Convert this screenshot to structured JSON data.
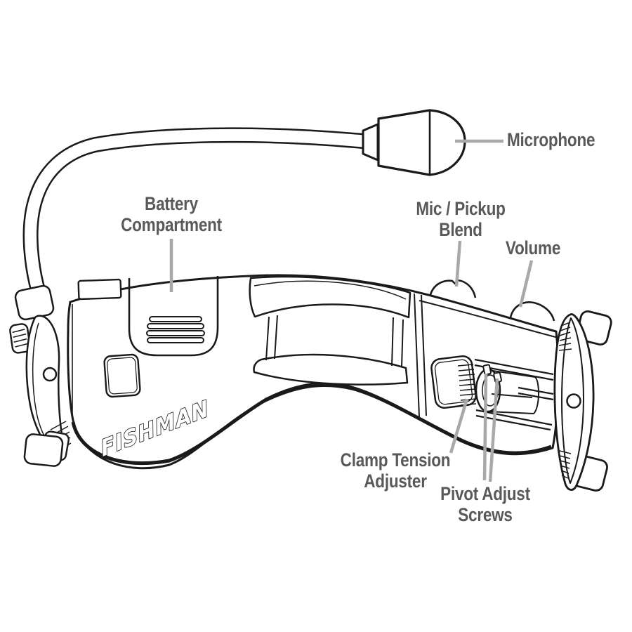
{
  "diagram": {
    "brand": "FISHMAN",
    "labels": {
      "microphone": "Microphone",
      "battery": "Battery\nCompartment",
      "blend": "Mic / Pickup\nBlend",
      "volume": "Volume",
      "clamp_tension": "Clamp Tension\nAdjuster",
      "pivot_screws": "Pivot Adjust\nScrews"
    },
    "colors": {
      "line_art": "#1a1a1a",
      "label_text": "#58595b",
      "leader_line": "#a8a9ab",
      "background": "#ffffff"
    }
  }
}
